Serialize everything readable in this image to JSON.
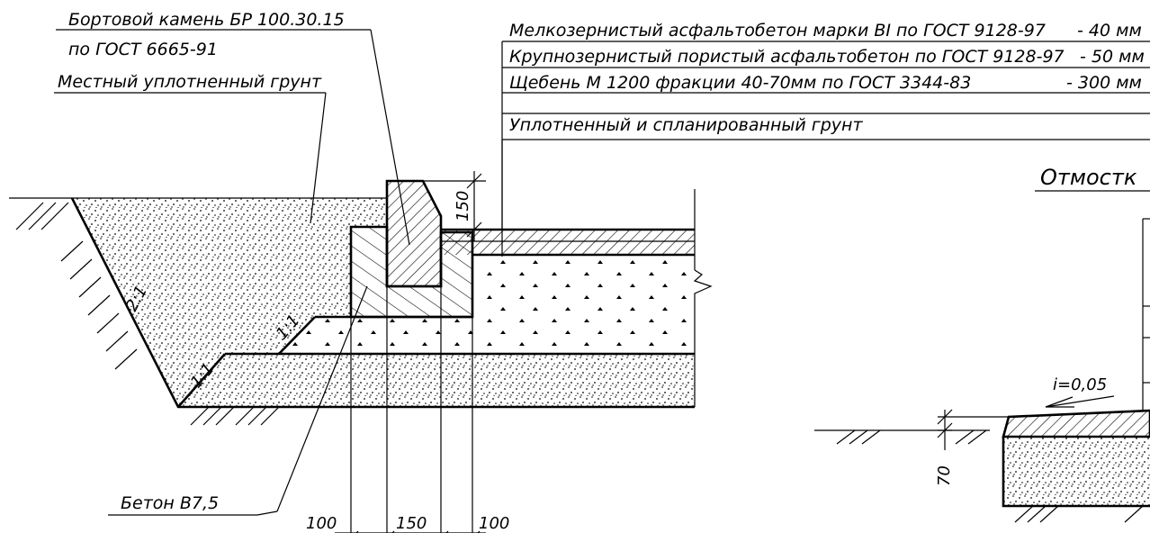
{
  "leader_labels": {
    "curb": "Бортовой камень БР 100.30.15",
    "curb_standard": "по ГОСТ 6665-91",
    "local_soil": "Местный уплотненный грунт",
    "concrete": "Бетон В7,5"
  },
  "layers_table": {
    "rows": [
      {
        "name": "Мелкозернистый асфальтобетон марки BI по ГОСТ 9128-97",
        "thickness": "- 40 мм"
      },
      {
        "name": "Крупнозернистый пористый асфальтобетон по ГОСТ 9128-97",
        "thickness": "- 50 мм"
      },
      {
        "name": "Щебень М 1200 фракции 40-70мм по ГОСТ 3344-83",
        "thickness": "- 300 мм"
      },
      {
        "name": "Уплотненный и спланированный грунт",
        "thickness": ""
      }
    ]
  },
  "section_title": "Отмостк",
  "slopes": {
    "left": "2:1",
    "lower": "1:1",
    "inner": "1:1"
  },
  "dimensions": {
    "curb_height": "150",
    "foundation_left": "100",
    "foundation_mid": "150",
    "foundation_right": "100",
    "blind_area_thickness": "70"
  },
  "gradient": "i=0,05"
}
